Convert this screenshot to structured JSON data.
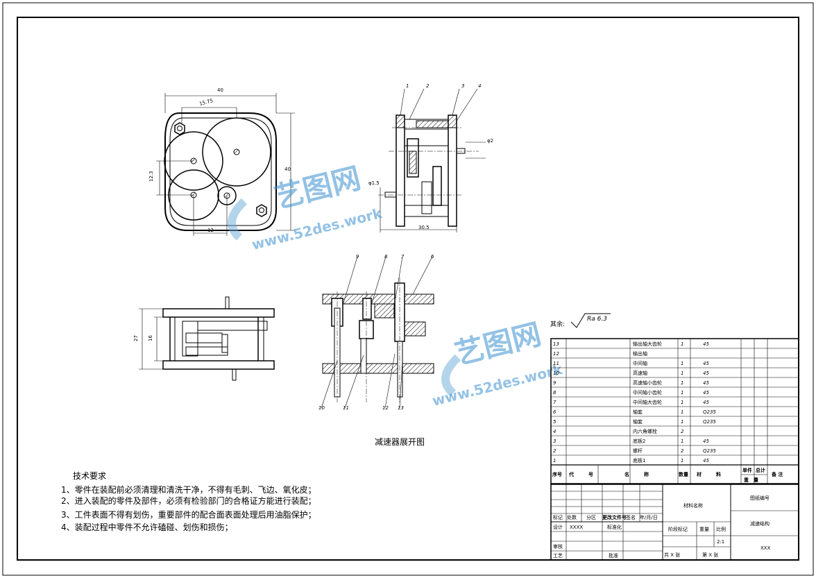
{
  "drawing": {
    "caption": "减速器展开图",
    "roughness_prefix": "其余:",
    "roughness_value": "Ra 6.3"
  },
  "dims": {
    "top_width": "40",
    "center_dist": "15.75",
    "height": "40",
    "offset_v": "12.3",
    "offset_h": "12",
    "shaft_d2": "φ2",
    "shaft_d15": "φ1.5",
    "depth": "30.5",
    "side_h1": "27",
    "side_h2": "16"
  },
  "callouts_top": [
    "1",
    "2",
    "3",
    "4"
  ],
  "callouts_mid": [
    "9",
    "8",
    "7",
    "6"
  ],
  "callouts_bottom": [
    "10",
    "11",
    "12",
    "13"
  ],
  "tech": {
    "title": "技术要求",
    "items": [
      "1、零件在装配前必须清理和清洗干净，不得有毛刺、飞边、氧化皮；",
      "2、进入装配的零件及部件，必须有检验部门的合格证方能进行装配；",
      "3、工件表面不得有划伤，重要部件的配合面表面处理后用油脂保护；",
      "4、装配过程中零件不允许磕碰、划伤和损伤；"
    ]
  },
  "bom": {
    "rows": [
      {
        "no": "13",
        "name": "输出轴大齿轮",
        "qty": "1",
        "mat": "45"
      },
      {
        "no": "12",
        "name": "输出轴",
        "qty": "",
        "mat": ""
      },
      {
        "no": "11",
        "name": "中间轴",
        "qty": "1",
        "mat": "45"
      },
      {
        "no": "10",
        "name": "高速轴",
        "qty": "1",
        "mat": "45"
      },
      {
        "no": "9",
        "name": "高速轴小齿轮",
        "qty": "1",
        "mat": "45"
      },
      {
        "no": "8",
        "name": "中间轴小齿轮",
        "qty": "1",
        "mat": "45"
      },
      {
        "no": "7",
        "name": "中间轴大齿轮",
        "qty": "1",
        "mat": "45"
      },
      {
        "no": "6",
        "name": "轴套",
        "qty": "1",
        "mat": "Q235"
      },
      {
        "no": "5",
        "name": "轴套",
        "qty": "1",
        "mat": "Q235"
      },
      {
        "no": "4",
        "name": "内六角螺栓",
        "qty": "2",
        "mat": ""
      },
      {
        "no": "3",
        "name": "底板2",
        "qty": "1",
        "mat": "45"
      },
      {
        "no": "2",
        "name": "螺杆",
        "qty": "2",
        "mat": "Q235"
      },
      {
        "no": "1",
        "name": "底板1",
        "qty": "1",
        "mat": "45"
      }
    ],
    "header": {
      "seq": "序号",
      "code": "代　　　号",
      "name": "名　　　称",
      "qty": "数量",
      "mat": "材　　　料",
      "unit": "单件",
      "total": "总计",
      "weight": "重　量",
      "remark": "备 注"
    }
  },
  "title_block": {
    "mark": "标记",
    "place": "处数",
    "zone": "分区",
    "change_doc": "更改文件号",
    "sign": "签名",
    "date": "年/月/日",
    "design": "设计",
    "design_name": "XXXX",
    "standard": "标准化",
    "review": "审核",
    "craft": "工艺",
    "approve": "批准",
    "material": "材料名称",
    "drawing_no": "图纸编号",
    "drawing_name": "减速结构",
    "stage": "阶段标记",
    "weight": "重量",
    "ratio_label": "比例",
    "ratio": "2:1",
    "total_sheets": "共  X  张",
    "sheet_no": "第  X  张",
    "company": "XXX"
  },
  "watermark": {
    "brand": "艺图网",
    "url": "www.52des.work"
  }
}
